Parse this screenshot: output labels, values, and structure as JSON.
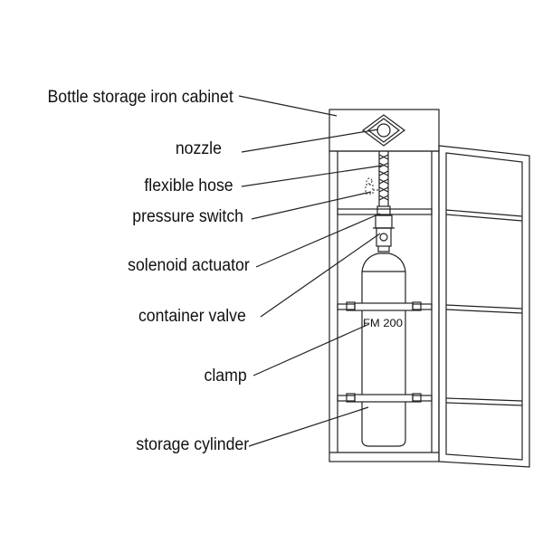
{
  "diagram": {
    "labels": [
      {
        "id": "cabinet",
        "text": "Bottle storage iron cabinet"
      },
      {
        "id": "nozzle",
        "text": "nozzle"
      },
      {
        "id": "hose",
        "text": "flexible hose"
      },
      {
        "id": "pressure_switch",
        "text": "pressure switch"
      },
      {
        "id": "solenoid",
        "text": "solenoid actuator"
      },
      {
        "id": "valve",
        "text": "container valve"
      },
      {
        "id": "clamp",
        "text": "clamp"
      },
      {
        "id": "cylinder",
        "text": "storage cylinder"
      }
    ],
    "cylinder_marking": "FM 200"
  }
}
